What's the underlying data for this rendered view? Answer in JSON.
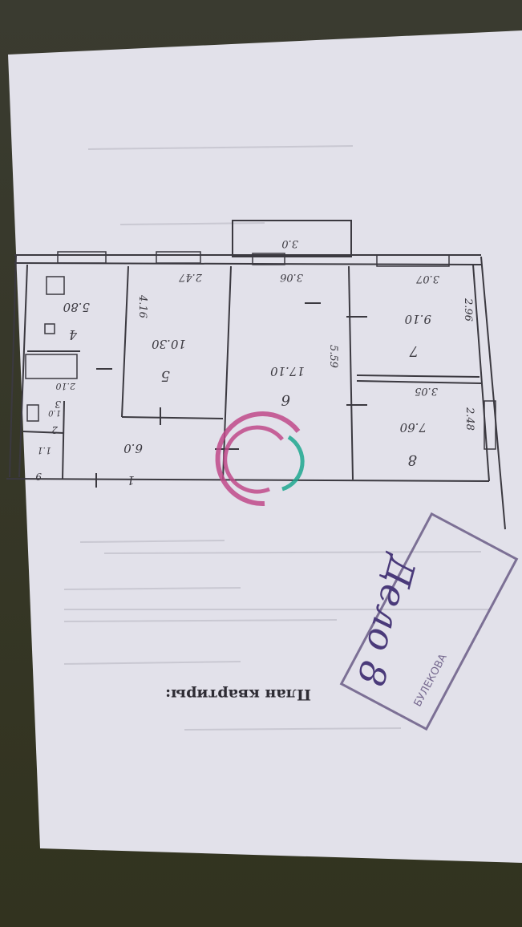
{
  "document": {
    "title": "План квартиры:",
    "rooms": [
      {
        "id": "1",
        "area": "6.0"
      },
      {
        "id": "2",
        "area": "1.0"
      },
      {
        "id": "3",
        "area": "2.10"
      },
      {
        "id": "4",
        "area": "5.80"
      },
      {
        "id": "5",
        "area": "10.30"
      },
      {
        "id": "6",
        "area": "17.10"
      },
      {
        "id": "7",
        "area": "9.10"
      },
      {
        "id": "8",
        "area": "7.60"
      },
      {
        "id": "9",
        "area": "1.1"
      }
    ],
    "dimensions": {
      "room5_top": "2.47",
      "room5_side": "4.16",
      "room6_top": "3.06",
      "room6_side": "5.59",
      "balcony": "3.0",
      "room7_top": "3.07",
      "room7_side": "2.96",
      "room8_top": "3.05",
      "room8_side": "2.48"
    },
    "stamp": {
      "text": "БУЛЕКОВА",
      "signature": "Дело 8"
    },
    "colors": {
      "paper": "#e2e1ea",
      "ink": "#3b3940",
      "stamp": "#5a4a78",
      "watermark_pink": "#c04a8a",
      "watermark_teal": "#1ea890"
    }
  }
}
